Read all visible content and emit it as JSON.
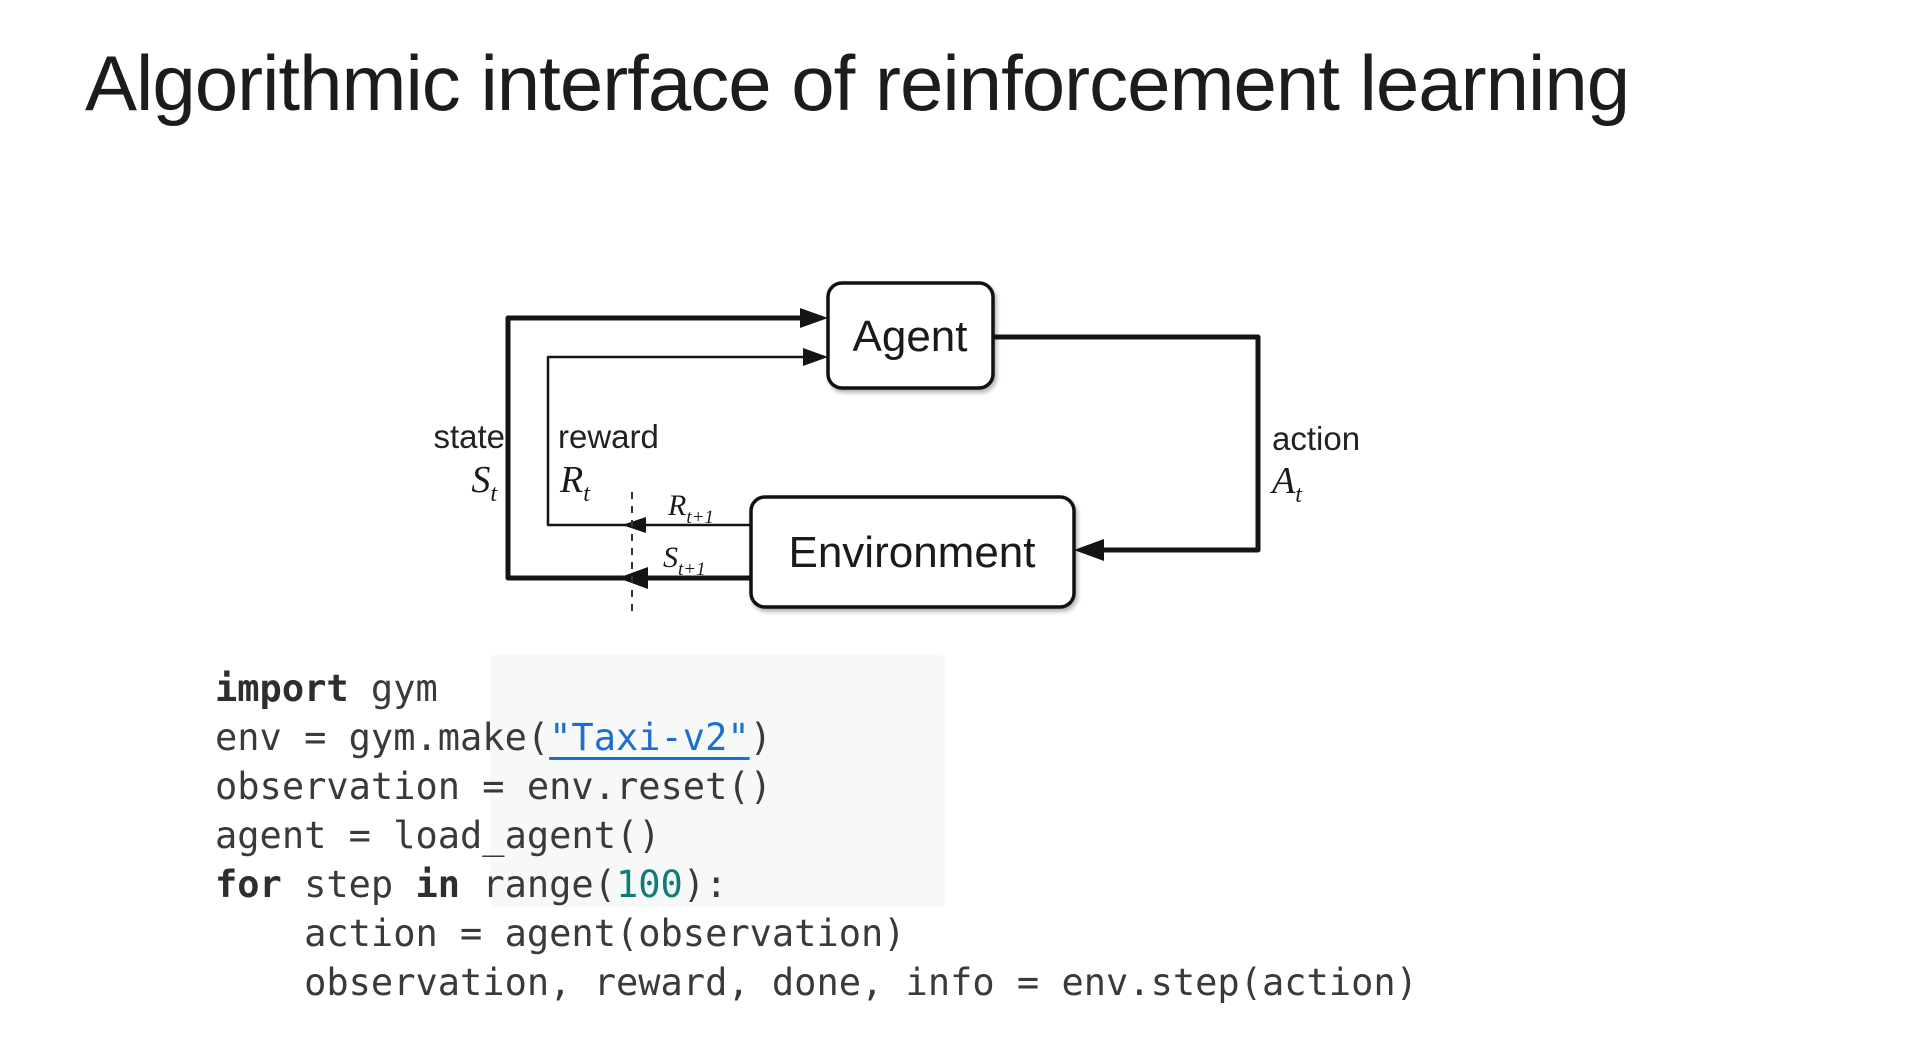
{
  "slide": {
    "title": "Algorithmic interface of reinforcement learning"
  },
  "diagram": {
    "agent_label": "Agent",
    "environment_label": "Environment",
    "state_label": "state",
    "state_symbol": {
      "main": "S",
      "sub": "t"
    },
    "reward_label": "reward",
    "reward_symbol": {
      "main": "R",
      "sub": "t"
    },
    "action_label": "action",
    "action_symbol": {
      "main": "A",
      "sub": "t"
    },
    "next_reward_symbol": {
      "main": "R",
      "sub": "t+1"
    },
    "next_state_symbol": {
      "main": "S",
      "sub": "t+1"
    }
  },
  "code": {
    "lines": [
      [
        {
          "t": "import",
          "s": "kw"
        },
        {
          "t": " gym",
          "s": "plain"
        }
      ],
      [
        {
          "t": "env = gym.make(",
          "s": "plain"
        },
        {
          "t": "\"Taxi-v2\"",
          "s": "link"
        },
        {
          "t": ")",
          "s": "plain"
        }
      ],
      [
        {
          "t": "observation = env.reset()",
          "s": "plain"
        }
      ],
      [
        {
          "t": "agent = load_agent()",
          "s": "plain"
        }
      ],
      [
        {
          "t": "for",
          "s": "kw"
        },
        {
          "t": " step ",
          "s": "plain"
        },
        {
          "t": "in",
          "s": "kw"
        },
        {
          "t": " range(",
          "s": "plain"
        },
        {
          "t": "100",
          "s": "num"
        },
        {
          "t": "):",
          "s": "plain"
        }
      ],
      [
        {
          "t": "    action = agent(observation)",
          "s": "plain"
        }
      ],
      [
        {
          "t": "    observation, reward, done, info = env.step(action)",
          "s": "plain"
        }
      ]
    ]
  },
  "colors": {
    "link_blue": "#1c6fd1",
    "number_teal": "#0e7c7b",
    "code_text": "#3a3a3a"
  }
}
